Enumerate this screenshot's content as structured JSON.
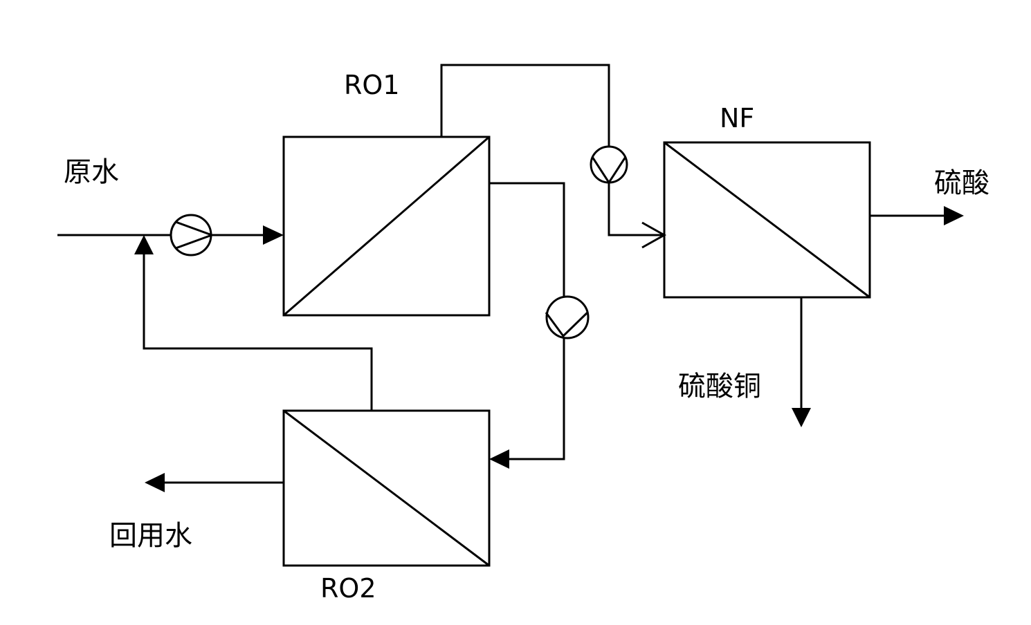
{
  "units": {
    "ro1": "RO1",
    "ro2": "RO2",
    "nf": "NF"
  },
  "streams": {
    "raw_water": "原水",
    "reuse_water": "回用水",
    "sulfuric_acid": "硫酸",
    "copper_sulfate": "硫酸铜"
  },
  "colors": {
    "line": "#000000",
    "background": "#ffffff"
  }
}
